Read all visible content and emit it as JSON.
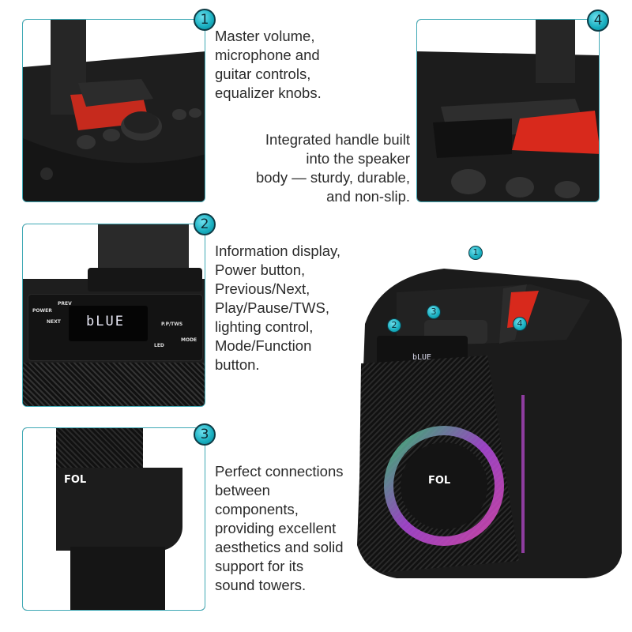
{
  "features": [
    {
      "number": "1",
      "lines": [
        "Master volume,",
        "microphone and",
        "guitar controls,",
        "equalizer knobs."
      ]
    },
    {
      "number": "2",
      "lines": [
        "Information display,",
        "Power button,",
        "Previous/Next,",
        "Play/Pause/TWS,",
        "lighting control,",
        "Mode/Function",
        "button."
      ]
    },
    {
      "number": "3",
      "lines": [
        "Perfect connections",
        "between",
        "components,",
        "providing excellent",
        "aesthetics and solid",
        "support for its",
        "sound towers."
      ]
    },
    {
      "number": "4",
      "lines": [
        "Integrated handle built",
        "into the speaker",
        "body — sturdy, durable,",
        "and non-slip."
      ]
    }
  ],
  "control_panel": {
    "display": "bLUE",
    "labels": [
      "POWER",
      "PREV",
      "NEXT",
      "P.P/TWS",
      "LED",
      "MODE"
    ]
  },
  "logo": "FOL",
  "colors": {
    "accent": "#17aebf",
    "border": "#3fa9b5",
    "handle_red": "#d8291c"
  }
}
